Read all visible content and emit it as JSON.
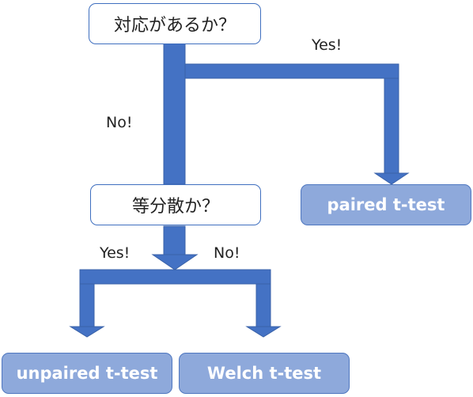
{
  "nodes": {
    "q_paired": "対応があるか？",
    "q_equal_var": "等分散か？",
    "paired_t": "paired t-test",
    "unpaired_t": "unpaired t-test",
    "welch_t": "Welch t-test"
  },
  "edge_labels": {
    "paired_yes": "Yes!",
    "paired_no": "No!",
    "equal_var_yes": "Yes!",
    "equal_var_no": "No!"
  },
  "colors": {
    "arrow": "#4472c4",
    "result_fill": "#8ea9db",
    "question_border": "#3f6fbf"
  }
}
